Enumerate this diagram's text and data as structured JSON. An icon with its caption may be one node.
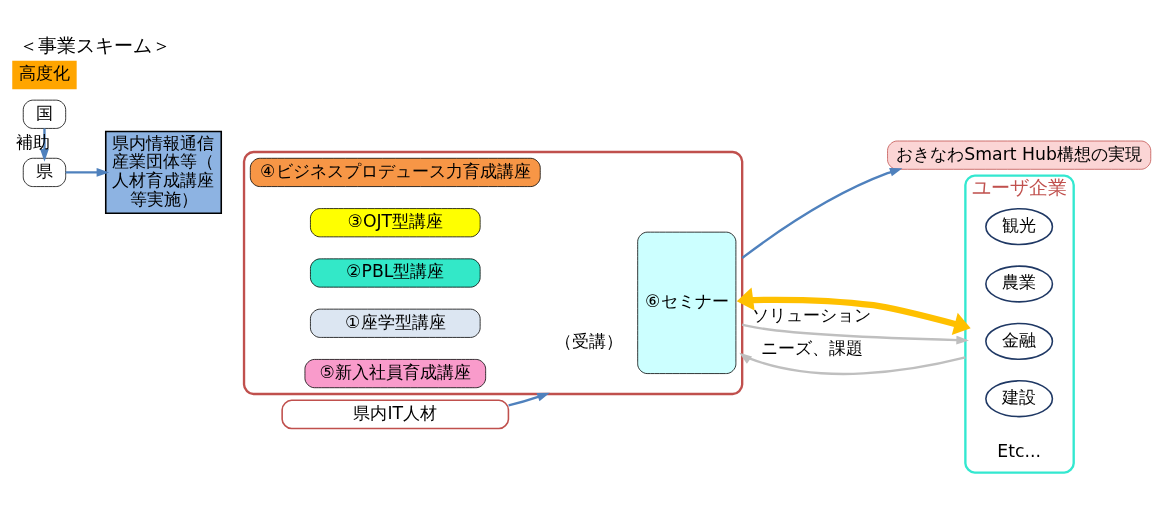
{
  "diagram": {
    "title": "＜事業スキーム＞",
    "nodes": [
      {
        "text": [
          "おきなわSmart Hub構想の実現"
        ]
      },
      {
        "text": [
          "県内情報通信産業団体等（人材育成講座等実施）"
        ]
      },
      {
        "text": [],
        "shape": "box"
      },
      {
        "text": [
          "④ビジネスプロデュース力育成講座"
        ],
        "in": 2
      },
      {
        "text": [
          "③OJT型講座"
        ],
        "in": 2
      },
      {
        "text": [
          "②PBL型講座"
        ],
        "in": 2
      },
      {
        "text": [
          "①座学型講座"
        ],
        "in": 2
      },
      {
        "text": [
          "⑤新入社員育成講座"
        ],
        "in": 2
      },
      {
        "text": [
          "⑥セミナー"
        ],
        "in": 2
      },
      {
        "text": [
          "ユーザ企業"
        ]
      },
      {
        "text": [
          "観光"
        ],
        "in": 9
      },
      {
        "text": [
          "農業"
        ],
        "in": 9
      },
      {
        "text": [
          "金融"
        ],
        "in": 9
      },
      {
        "text": [
          "建設"
        ],
        "in": 9
      },
      {
        "text": [
          "Etc..."
        ],
        "in": 9
      },
      {
        "text": [
          "県"
        ]
      },
      {
        "text": [
          "国"
        ]
      },
      {
        "text": [
          "県内IT人材"
        ]
      }
    ],
    "edges": [
      {
        "from": 16,
        "to": 15,
        "arrow": "to",
        "label": "補助"
      },
      {
        "from": 15,
        "to": 1,
        "arrow": "to"
      },
      {
        "from": 17,
        "to": 2,
        "arrow": "to",
        "label": "（受講）"
      },
      {
        "from": 2,
        "to": 0,
        "arrow": "to"
      },
      {
        "from": 2,
        "to": 9,
        "arrow": "both",
        "style": "thick",
        "color": "#ffc000"
      },
      {
        "from": 2,
        "to": 9,
        "arrow": "to",
        "label": "ソリューション",
        "color": "#bfbfbf"
      },
      {
        "from": 9,
        "to": 2,
        "arrow": "to",
        "label": "ニーズ、課題",
        "color": "#bfbfbf"
      }
    ],
    "labels": [
      "高度化"
    ]
  }
}
